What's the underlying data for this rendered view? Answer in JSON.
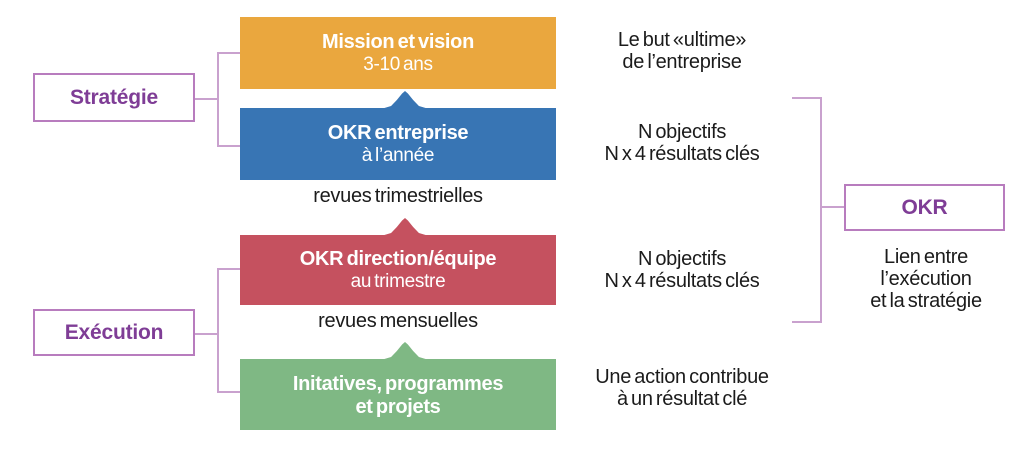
{
  "palette": {
    "orange": "#EAA73E",
    "blue": "#3875B4",
    "red": "#C5515F",
    "green": "#7FB884",
    "purple_text": "#7F3D96",
    "purple_border": "#B87CBE",
    "purple_bracket": "#C9A1CE",
    "annotation_text": "#1B1B1B",
    "box_text": "#FFFFFF"
  },
  "left": {
    "strategy": "Stratégie",
    "execution": "Exécution"
  },
  "levels": [
    {
      "name": "mission-vision",
      "title": "Mission et vision",
      "subtitle": "3-10 ans",
      "color": "#EAA73E",
      "annotation": [
        "Le but «ultime»",
        "de l’entreprise"
      ]
    },
    {
      "name": "okr-entreprise",
      "title": "OKR entreprise",
      "subtitle": "à l’année",
      "color": "#3875B4",
      "annotation": [
        "N objectifs",
        "N x 4 résultats clés"
      ]
    },
    {
      "name": "okr-direction-equipe",
      "title": "OKR direction/équipe",
      "subtitle": "au trimestre",
      "color": "#C5515F",
      "annotation": [
        "N objectifs",
        "N x 4 résultats clés"
      ]
    },
    {
      "name": "initiatives-programmes-projets",
      "title": "Initatives, programmes",
      "subtitle": "et projets",
      "color": "#7FB884",
      "annotation": [
        "Une action contribue",
        "à un résultat clé"
      ]
    }
  ],
  "reviews": {
    "quarterly": "revues trimestrielles",
    "monthly": "revues mensuelles"
  },
  "okr": {
    "label": "OKR",
    "description": [
      "Lien entre",
      "l’exécution",
      "et la stratégie"
    ]
  }
}
